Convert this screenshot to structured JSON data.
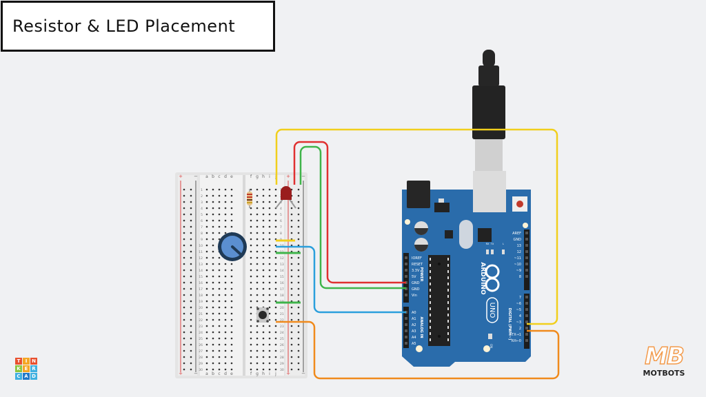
{
  "title": "Resistor & LED Placement",
  "breadboard": {
    "column_labels_left": [
      "a",
      "b",
      "c",
      "d",
      "e"
    ],
    "column_labels_right": [
      "f",
      "g",
      "h",
      "i",
      "j"
    ],
    "rail_plus": "+",
    "rail_minus": "−",
    "rows": 30
  },
  "arduino": {
    "brand": "ARDUINO",
    "model": "UNO",
    "power_header_label": "POWER",
    "analog_header_label": "ANALOG IN",
    "digital_header_label": "DIGITAL (PWM~)",
    "power_pins": [
      "IOREF",
      "RESET",
      "3.3V",
      "5V",
      "GND",
      "GND",
      "Vin"
    ],
    "analog_pins": [
      "A0",
      "A1",
      "A2",
      "A3",
      "A4",
      "A5"
    ],
    "digital_pins_top": [
      "AREF",
      "GND",
      "13",
      "12",
      "~11",
      "~10",
      "~9",
      "8"
    ],
    "digital_pins_bottom": [
      "7",
      "~6",
      "~5",
      "4",
      "~3",
      "2",
      "TX→1",
      "RX←0"
    ],
    "led_labels": [
      "RX",
      "TX",
      "L"
    ],
    "on_label": "ON"
  },
  "components": {
    "resistor": "resistor",
    "led": "red LED",
    "potentiometer": "potentiometer",
    "pushbutton": "pushbutton",
    "usb": "USB cable"
  },
  "wires": [
    {
      "name": "5V",
      "color": "#e03030"
    },
    {
      "name": "GND",
      "color": "#3fb44a"
    },
    {
      "name": "pin3",
      "color": "#f1cf1c"
    },
    {
      "name": "A0",
      "color": "#2a9fdc"
    },
    {
      "name": "pin2",
      "color": "#f08a1c"
    }
  ],
  "logos": {
    "tinkercad": [
      "T",
      "I",
      "N",
      "K",
      "E",
      "R",
      "C",
      "A",
      "D"
    ],
    "tinkercad_colors": [
      "#e8502e",
      "#f5a623",
      "#e8502e",
      "#8cc63f",
      "#f5a623",
      "#3fb0e0",
      "#3fb0e0",
      "#1f78c8",
      "#3fb0e0"
    ],
    "motbots_mark": "MB",
    "motbots_name": "MOTBOTS"
  }
}
